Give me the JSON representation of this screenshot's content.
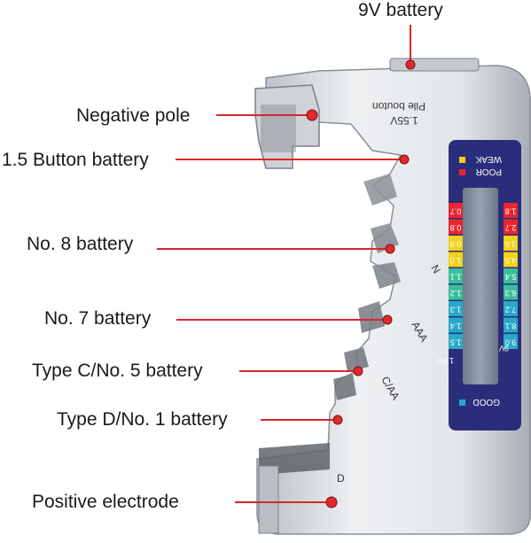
{
  "callouts": {
    "nine_volt": "9V battery",
    "negative_pole": "Negative pole",
    "button": "1.5 Button battery",
    "no8": "No. 8 battery",
    "no7": "No. 7 battery",
    "type_c": "Type C/No. 5 battery",
    "type_d": "Type D/No. 1 battery",
    "positive": "Positive electrode"
  },
  "device": {
    "top_text_line1": "Pile bouton",
    "top_text_line2": "1.55V",
    "slot_n": "N",
    "slot_aaa": "AAA",
    "slot_caa": "C/AA",
    "slot_d": "D"
  },
  "panel": {
    "poor": "POOR",
    "weak": "WEAK",
    "good": "GOOD",
    "volt_1_5": "1.5V",
    "volt_9": "9V",
    "left_scale": [
      "0.7",
      "0.8",
      "0.9",
      "1.0",
      "1.1",
      "1.2",
      "1.3",
      "1.4",
      "1.5"
    ],
    "right_scale": [
      "1.8",
      "2.7",
      "3.6",
      "4.5",
      "5.4",
      "6.3",
      "7.2",
      "8.1",
      "9.0"
    ],
    "scale_colors": [
      "#e8262f",
      "#e8262f",
      "#f2d21a",
      "#f2d21a",
      "#3bbf9a",
      "#3bbf9a",
      "#29a8c9",
      "#29a8c9",
      "#29a8c9"
    ]
  },
  "colors": {
    "leader": "#d9262c",
    "dot": "#e02a2a",
    "panel_bg": "#2a2e7a",
    "body_light": "#eceef1",
    "body_dark": "#9da3aa"
  }
}
